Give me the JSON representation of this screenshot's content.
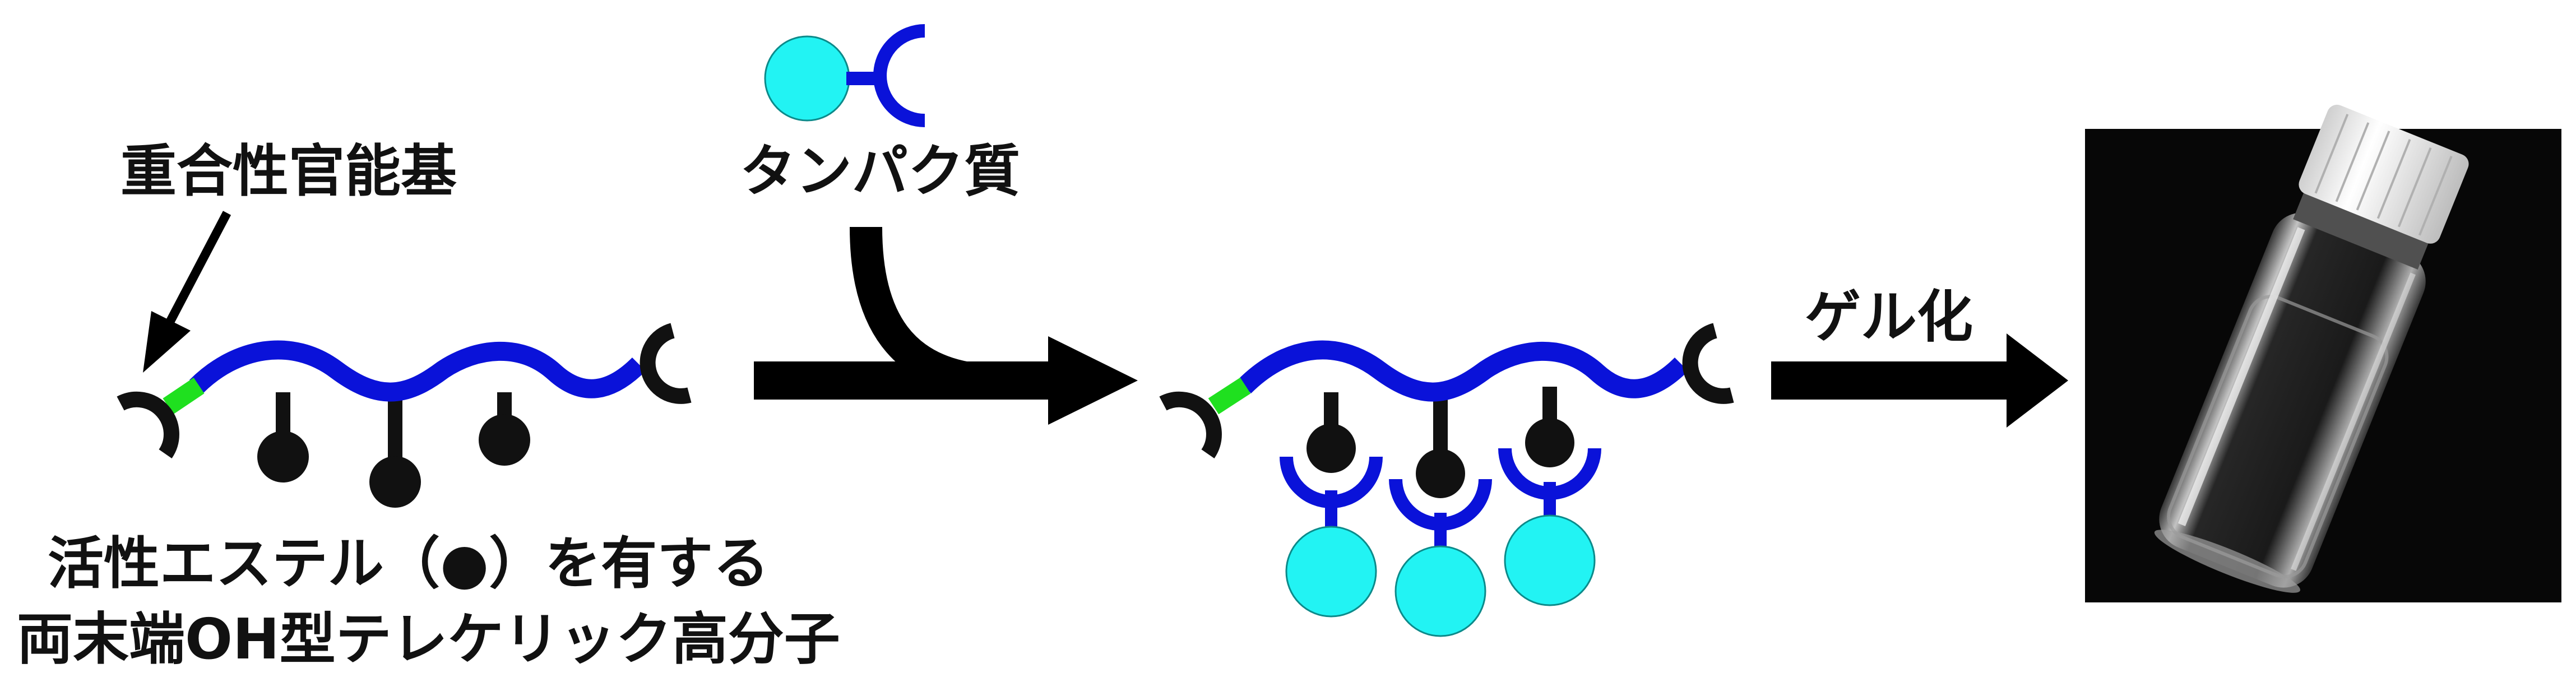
{
  "labels": {
    "polymerizable_group": "重合性官能基",
    "protein": "タンパク質",
    "gelation": "ゲル化",
    "active_ester_line1": "活性エステル（●）を有する",
    "active_ester_line2": "両末端OH型テレケリック高分子"
  },
  "colors": {
    "polymer_backbone": "#0a12d9",
    "end_group": "#111111",
    "linker": "#1fe01f",
    "protein": "#22f3f3",
    "active_ester": "#111111",
    "arrow": "#000000"
  },
  "photo": {
    "subject": "capped glass vial containing transparent gel",
    "background": "black"
  }
}
